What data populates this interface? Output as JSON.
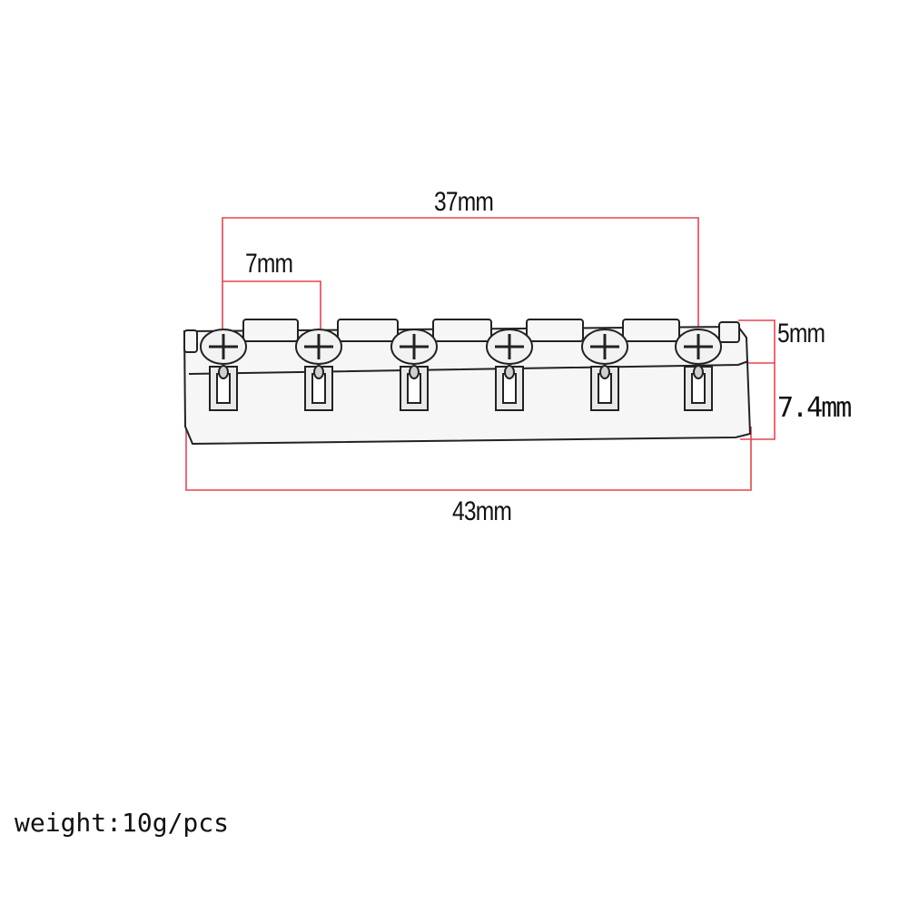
{
  "diagram": {
    "subject": "6-string locking nut",
    "dimensions": {
      "overall_span": "37mm",
      "string_spacing": "7mm",
      "nut_length": "43mm",
      "upper_height": "5mm",
      "lower_height": "7.4mm"
    },
    "saddle_count": 6,
    "dimension_line_color": "#e8434f",
    "outline_color": "#222222"
  },
  "footer": {
    "weight": "weight:10g/pcs"
  }
}
